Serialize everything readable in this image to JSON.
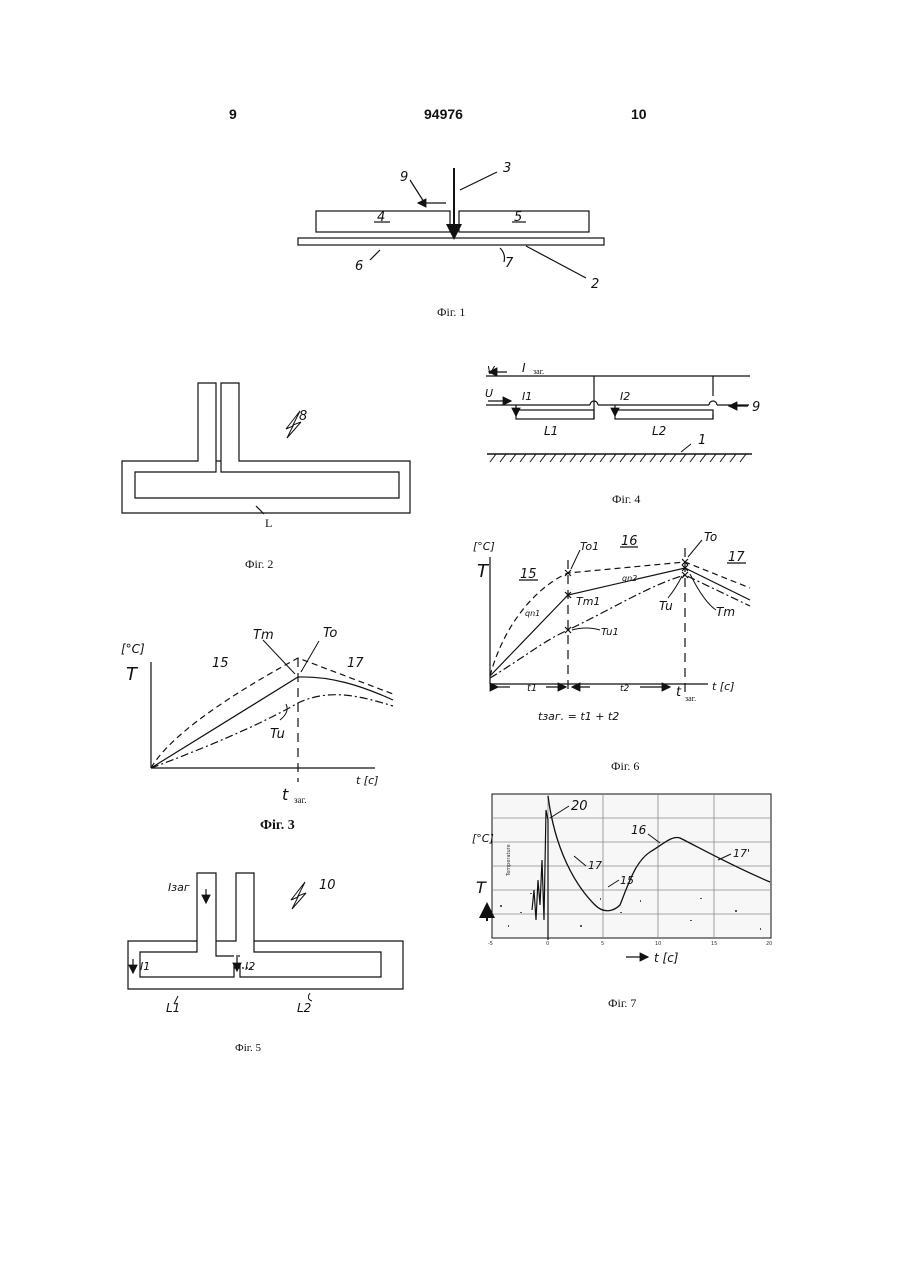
{
  "header": {
    "left_page": "9",
    "patent_number": "94976",
    "right_page": "10"
  },
  "fig1": {
    "caption": "Фіг. 1",
    "labels": [
      "9",
      "3",
      "4",
      "5",
      "6",
      "7",
      "2"
    ]
  },
  "fig2": {
    "caption": "Фіг. 2",
    "labels": [
      "8",
      "L"
    ]
  },
  "fig3": {
    "caption": "Фіг. 3",
    "y_unit": "[°C]",
    "y_var": "T",
    "x_unit": "t [c]",
    "t_label": "t",
    "t_sub": "заг.",
    "labels": [
      "Tm",
      "To",
      "15",
      "17",
      "Tu"
    ]
  },
  "fig4": {
    "caption": "Фіг. 4",
    "labels": [
      "I",
      "заг.",
      "U",
      "I1",
      "I2",
      "L1",
      "L2",
      "9",
      "1"
    ]
  },
  "fig5": {
    "caption": "Фіг. 5",
    "labels": [
      "Iзаг",
      "10",
      "I1",
      "I2",
      "L1",
      "L2"
    ]
  },
  "fig6": {
    "caption": "Фіг. 6",
    "y_unit": "[°C]",
    "y_var": "T",
    "x_unit": "t [c]",
    "labels": [
      "To1",
      "16",
      "To",
      "17",
      "15",
      "Tm1",
      "qn2",
      "qn1",
      "Tu1",
      "Tu",
      "Tm"
    ],
    "axis_labels": [
      "t1",
      "t2",
      "t"
    ],
    "t_sub": "заг.",
    "formula": "tзаг. = t1 + t2"
  },
  "fig7": {
    "caption": "Фіг. 7",
    "y_unit": "[°C]",
    "y_var": "T",
    "x_label": "t [c]",
    "labels": [
      "20",
      "16",
      "17",
      "17'",
      "15"
    ],
    "y_axis_title": "Temperature",
    "x_ticks": [
      "-5",
      "0",
      "5",
      "10",
      "15",
      "20"
    ]
  },
  "colors": {
    "ink": "#111111",
    "grid": "#888888"
  }
}
